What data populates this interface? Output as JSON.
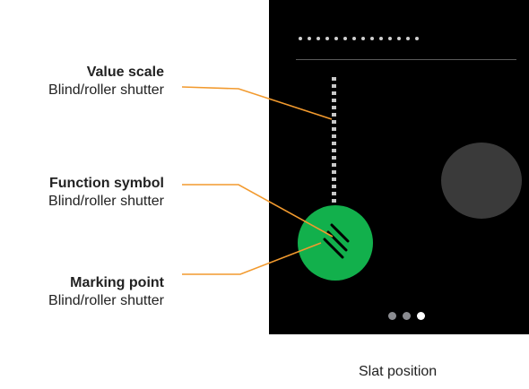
{
  "labels": {
    "value_scale": {
      "title": "Value scale",
      "subtitle": "Blind/roller shutter"
    },
    "function_symbol": {
      "title": "Function symbol",
      "subtitle": "Blind/roller shutter"
    },
    "marking_point": {
      "title": "Marking point",
      "subtitle": "Blind/roller shutter"
    }
  },
  "caption": "Slat position",
  "colors": {
    "device_background": "#000000",
    "marker": "#12b04c",
    "leader_line": "#f29a2e",
    "scale": "#c8c8c8",
    "side_button": "#3a3a3a",
    "page_dot_inactive": "#8b8c91",
    "page_dot_active": "#ffffff"
  },
  "icons": {
    "function_symbol": "slat-lines-icon",
    "side_button": "round-button-icon"
  },
  "pagination": {
    "total": 3,
    "active_index": 2
  }
}
